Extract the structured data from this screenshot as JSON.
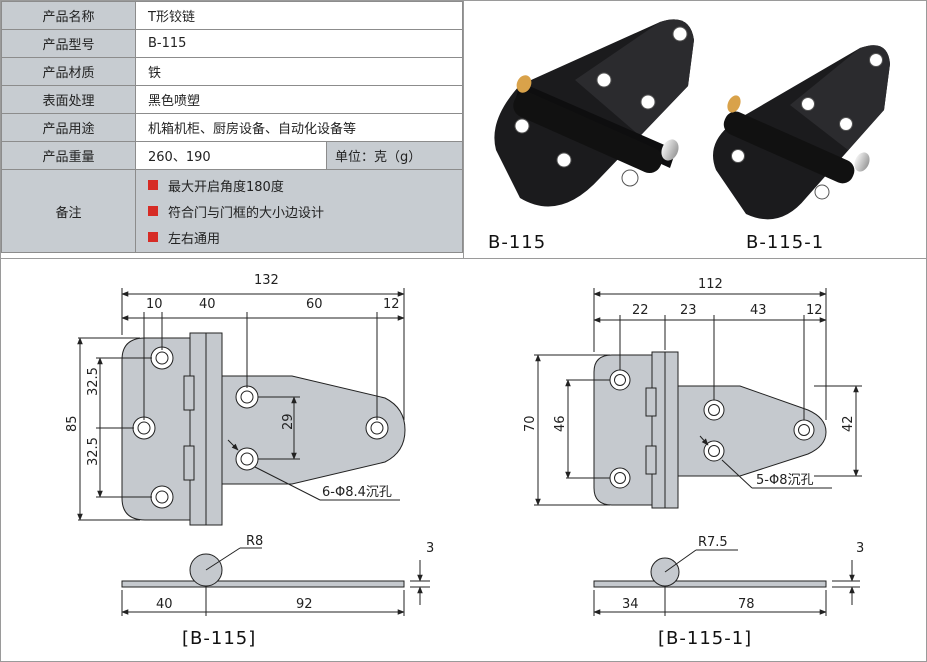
{
  "spec": {
    "name": {
      "label": "产品名称",
      "value": "T形铰链"
    },
    "model": {
      "label": "产品型号",
      "value": "B-115"
    },
    "material": {
      "label": "产品材质",
      "value": "铁"
    },
    "surface": {
      "label": "表面处理",
      "value": "黑色喷塑"
    },
    "usage": {
      "label": "产品用途",
      "value": "机箱机柜、厨房设备、自动化设备等"
    },
    "weight": {
      "label": "产品重量",
      "value": "260、190",
      "unit": "单位：克（g）"
    },
    "notes": {
      "label": "备注",
      "items": [
        "最大开启角度180度",
        "符合门与门框的大小边设计",
        "左右通用"
      ]
    }
  },
  "photos": {
    "left_label": "B-115",
    "right_label": "B-115-1"
  },
  "drawing_a": {
    "width_total": "132",
    "d1": "10",
    "d2": "40",
    "d3": "60",
    "d4": "12",
    "height": "85",
    "h1": "32.5",
    "h2": "32.5",
    "h3": "29",
    "hole_note": "6-Φ8.4沉孔",
    "radius": "R8",
    "thick": "3",
    "side_left": "40",
    "side_right": "92",
    "caption": "[B-115]"
  },
  "drawing_b": {
    "width_total": "112",
    "d1": "22",
    "d2": "23",
    "d3": "43",
    "d4": "12",
    "height": "70",
    "h1": "46",
    "h2": "42",
    "hole_note": "5-Φ8沉孔",
    "radius": "R7.5",
    "thick": "3",
    "side_left": "34",
    "side_right": "78",
    "caption": "[B-115-1]"
  },
  "colors": {
    "header_bg": "#c7ccd1",
    "bullet": "#d62b25",
    "part": "#c5c9ce"
  }
}
